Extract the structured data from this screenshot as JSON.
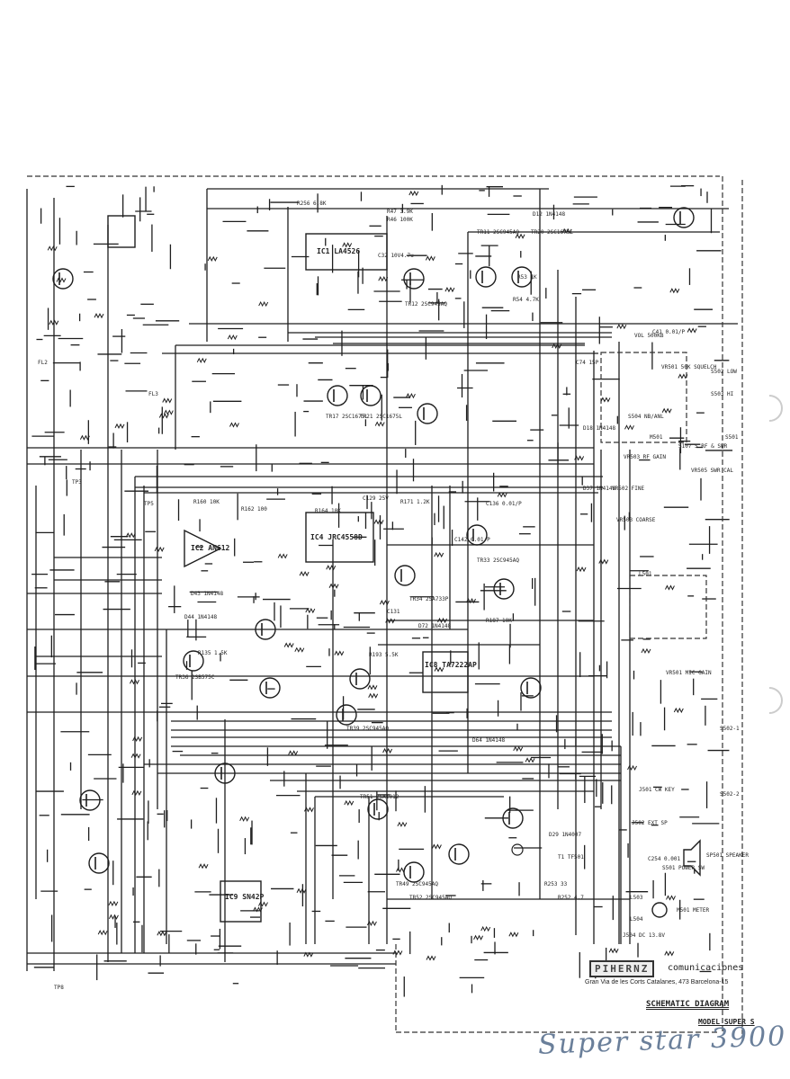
{
  "diagram": {
    "title": "SCHEMATIC DIAGRAM",
    "model": "MODEL SUPER S",
    "logo_text": "PIHERNZ",
    "company": "comunicaciones",
    "address": "Gran Via de les Corts Catalanes, 473  Barcelona-15",
    "handwritten_note": "Super star 3900",
    "ink_color": "#1e1e1e",
    "note_color": "#6a7f9a"
  },
  "components": {
    "ics": [
      "IC1 LA4526",
      "IC2 AN612",
      "IC4 JRC4558D",
      "IC8 TA7222AP",
      "IC9 SN42P"
    ],
    "transistors": [
      "TR12 2SC945AQ",
      "TR17 2SC1675L",
      "TR21 2SC1675L",
      "TR33 2SC945AQ",
      "TR34 2SA733P",
      "TR36 2SB575C",
      "TR39 2SC945AQ",
      "TR49 2SC945AQ",
      "TR51 2SA1012",
      "TR52 2SC945AQ",
      "TR11 2SC945AQ",
      "TR20 2SC1675L"
    ],
    "resistors": [
      "R256 6.8K",
      "R47 3.9K",
      "R46 100K",
      "R160 10K",
      "R162 100",
      "R164 10K",
      "R171 1.2K",
      "R187 10K",
      "R252 4.7",
      "R253 33",
      "R53 1K",
      "R54 4.7K",
      "R135 1.5K",
      "R193 5.5K"
    ],
    "capacitors": [
      "C32 10V4.7u",
      "C129 25V",
      "C136 0.01/P",
      "C131",
      "C142 0.01/P",
      "C41 0.01/P",
      "C74 15P",
      "C254 0.001"
    ],
    "diodes": [
      "D12 1N4148",
      "D18 1N4148",
      "D37 1N4148",
      "D43 1N4148",
      "D44 1N4148",
      "D72 1N4148",
      "D64 1N4148",
      "D29 1N4007"
    ],
    "controls": [
      "VOL 500KB",
      "VR501 50K SQUELCH",
      "VR503 RF GAIN",
      "VR502 FINE",
      "VR503 COARSE",
      "VR501 MIC GAIN",
      "VR505 SWR CAL",
      "S504 NB/ANL",
      "M501",
      "S107 S RF & SWR",
      "S501",
      "S502 LOW",
      "S503 HI",
      "S502-1",
      "S502-2",
      "L501",
      "L503",
      "L504"
    ],
    "io": [
      "J501 CW KEY",
      "J502 EXT SP",
      "SP501 SPEAKER",
      "S501 POWER SW",
      "M501 METER",
      "J504 DC 13.8V",
      "T1 TF501"
    ],
    "test_points": [
      "TP3",
      "TP5",
      "TP8",
      "FL2",
      "FL3"
    ]
  }
}
